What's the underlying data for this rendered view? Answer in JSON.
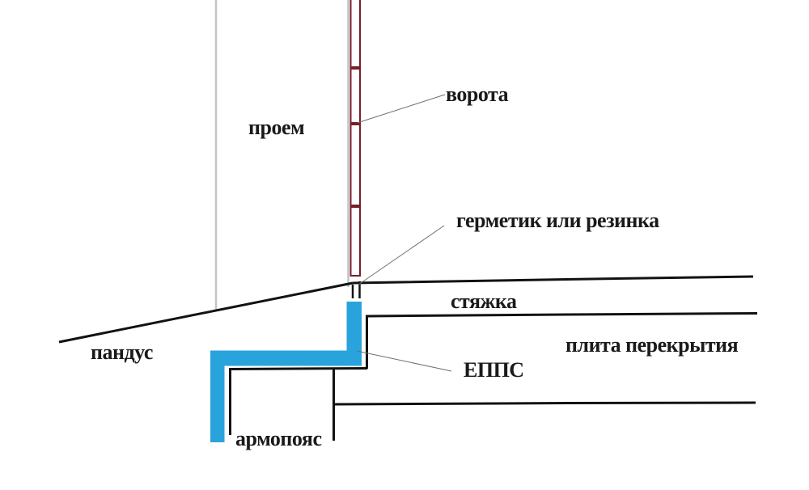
{
  "diagram": {
    "type": "construction-detail-sketch",
    "labels": {
      "opening": "проем",
      "gate": "ворота",
      "sealant": "герметик или резинка",
      "screed": "стяжка",
      "floor_slab": "плита перекрытия",
      "epps": "ЕППС",
      "ramp": "пандус",
      "armored_belt": "армопояс"
    },
    "colors": {
      "gate_maroon": "#7b1e2c",
      "epps_blue": "#29a3dc",
      "guide_gray": "#c4c4c4",
      "line_black": "#121212",
      "leader_gray": "#6e6e6e"
    }
  }
}
